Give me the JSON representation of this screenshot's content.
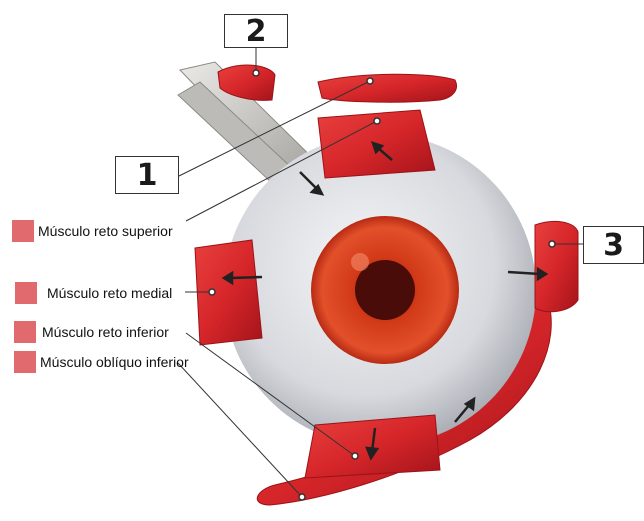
{
  "diagram": {
    "number_labels": [
      "1",
      "2",
      "3"
    ],
    "legend": [
      {
        "label": "Músculo reto superior"
      },
      {
        "label": "Músculo reto medial"
      },
      {
        "label": "Músculo reto inferior"
      },
      {
        "label": "Músculo oblíquo inferior"
      }
    ]
  },
  "colors": {
    "muscle": "#d6262a",
    "muscle_dark": "#a3141a",
    "swatch": "#e06a6e",
    "sclera": "#d9dbe0",
    "iris": "#d8421e",
    "pupil": "#4a0c08",
    "leader": "#333333"
  }
}
